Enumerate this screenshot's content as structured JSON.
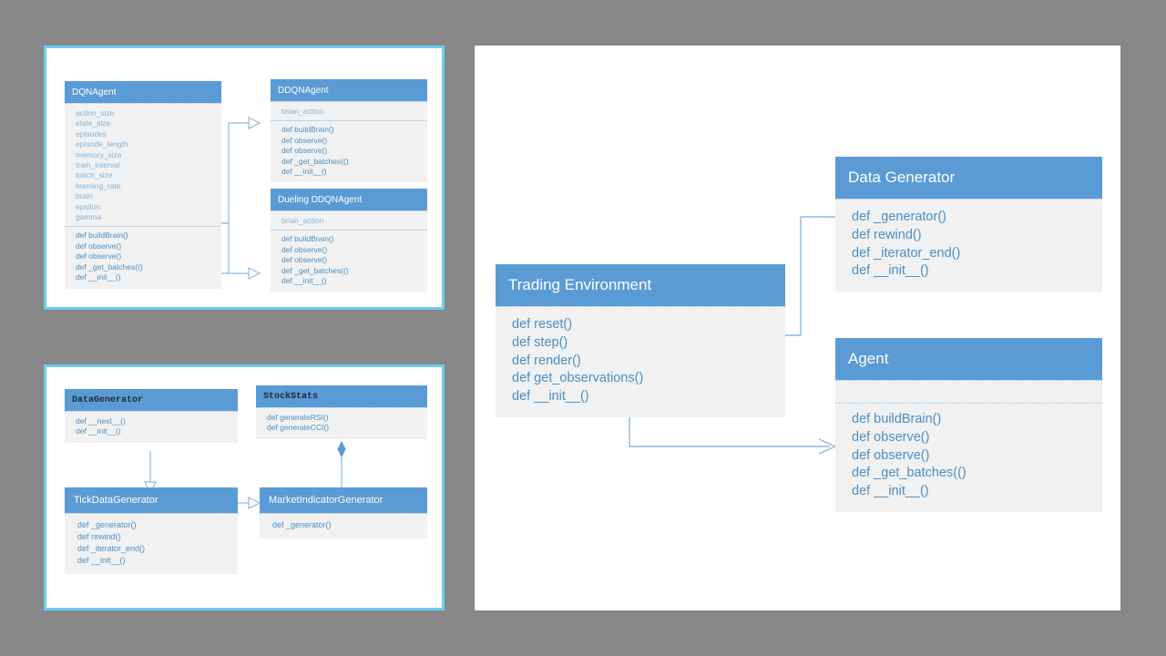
{
  "canvas": {
    "background_color": "#878787",
    "panel_background": "#ffffff",
    "panel_border_color": "#6ACEF0",
    "header_color": "#5B9BD5",
    "body_color": "#F1F1F1",
    "text_color": "#4A8FC8",
    "connector_color": "#8FB9DF"
  },
  "panels": {
    "agents": {
      "classes": {
        "dqn_agent": {
          "title": "DQNAgent",
          "attributes": [
            "action_size",
            "state_size",
            "episodes",
            "episode_length",
            "memory_size",
            "train_interval",
            "batch_size",
            "learning_rate",
            "brain",
            "epsilon",
            "gamma"
          ],
          "methods": [
            "def buildBrain()",
            "def observe()",
            "def observe()",
            "def _get_batches(()",
            "def __init__()"
          ]
        },
        "ddqn_agent": {
          "title": "DDQNAgent",
          "attributes": [
            "brian_action"
          ],
          "methods": [
            "def buildBrain()",
            "def observe()",
            "def observe()",
            "def _get_batches(()",
            "def __init__()"
          ]
        },
        "dueling_ddqn_agent": {
          "title": "Dueling DDQNAgent",
          "attributes": [
            "brian_action"
          ],
          "methods": [
            "def buildBrain()",
            "def observe()",
            "def observe()",
            "def _get_batches(()",
            "def __init__()"
          ]
        }
      },
      "relations": [
        {
          "name": "inheritance-dqn-to-ddqn",
          "type": "generalization",
          "from": "DQNAgent",
          "to": "DDQNAgent"
        },
        {
          "name": "inheritance-dqn-to-dueling",
          "type": "generalization",
          "from": "DQNAgent",
          "to": "Dueling DDQNAgent"
        }
      ]
    },
    "datagen": {
      "classes": {
        "data_generator": {
          "title": "DataGenerator",
          "attributes": [],
          "methods": [
            "def __next__()",
            "def __init__()"
          ]
        },
        "stock_stats": {
          "title": "StockStats",
          "attributes": [],
          "methods": [
            "def generateRSI()",
            "def generateCCI()"
          ]
        },
        "tick_data_generator": {
          "title": "TickDataGenerator",
          "attributes": [],
          "methods": [
            "def _generator()",
            "def rewind()",
            "def _iterator_end()",
            "def __init__()"
          ]
        },
        "market_indicator_generator": {
          "title": "MarketIndicatorGenerator",
          "attributes": [],
          "methods": [
            "def _generator()"
          ]
        }
      },
      "relations": [
        {
          "name": "inheritance-datagen-to-tick",
          "type": "generalization",
          "from": "DataGenerator",
          "to": "TickDataGenerator"
        },
        {
          "name": "inheritance-tick-to-market",
          "type": "generalization",
          "from": "TickDataGenerator",
          "to": "MarketIndicatorGenerator"
        },
        {
          "name": "composition-stockstats-to-market",
          "type": "composition",
          "from": "StockStats",
          "to": "MarketIndicatorGenerator"
        }
      ]
    },
    "system": {
      "classes": {
        "trading_environment": {
          "title": "Trading Environment",
          "attributes": [],
          "methods": [
            "def reset()",
            "def step()",
            "def render()",
            "def get_observations()",
            "def __init__()"
          ]
        },
        "data_generator": {
          "title": "Data Generator",
          "attributes": [],
          "methods": [
            "def _generator()",
            "def rewind()",
            "def _iterator_end()",
            "def __init__()"
          ]
        },
        "agent": {
          "title": "Agent",
          "attributes": [],
          "methods": [
            "def buildBrain()",
            "def observe()",
            "def observe()",
            "def _get_batches(()",
            "def __init__()"
          ]
        }
      },
      "relations": [
        {
          "name": "composition-env-to-datagenerator",
          "type": "composition",
          "from": "Trading Environment",
          "to": "Data Generator"
        },
        {
          "name": "association-env-to-agent",
          "type": "association",
          "from": "Trading Environment",
          "to": "Agent"
        }
      ]
    }
  }
}
